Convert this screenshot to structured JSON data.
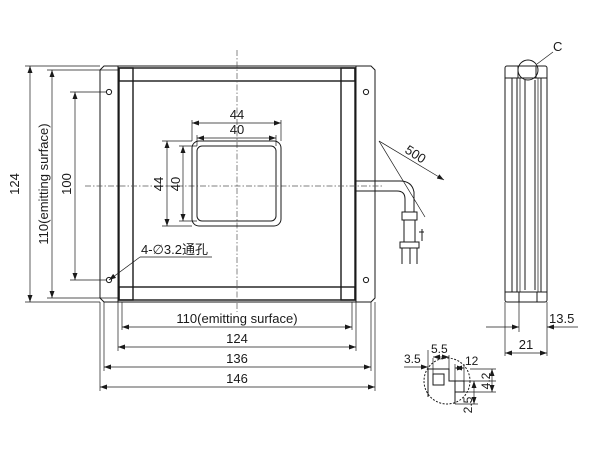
{
  "dimensions": {
    "width_146": "146",
    "width_136": "136",
    "width_124": "124",
    "emitting_width": "110(emitting surface)",
    "height_124": "124",
    "emitting_height": "110(emitting surface)",
    "hole_spacing": "100",
    "window_outer_w": "44",
    "window_inner_w": "40",
    "window_outer_h": "44",
    "window_inner_h": "40",
    "holes": "4-∅3.2通孔",
    "cable_length": "500",
    "thickness": "21",
    "frame_depth": "13.5",
    "detail_label": "C"
  },
  "detail_c": {
    "d1": "3.5",
    "d2": "5.5",
    "d3": "12",
    "d4": "4.2",
    "d5": "2.5"
  },
  "colors": {
    "line": "#1a1a1a",
    "background": "#ffffff"
  }
}
